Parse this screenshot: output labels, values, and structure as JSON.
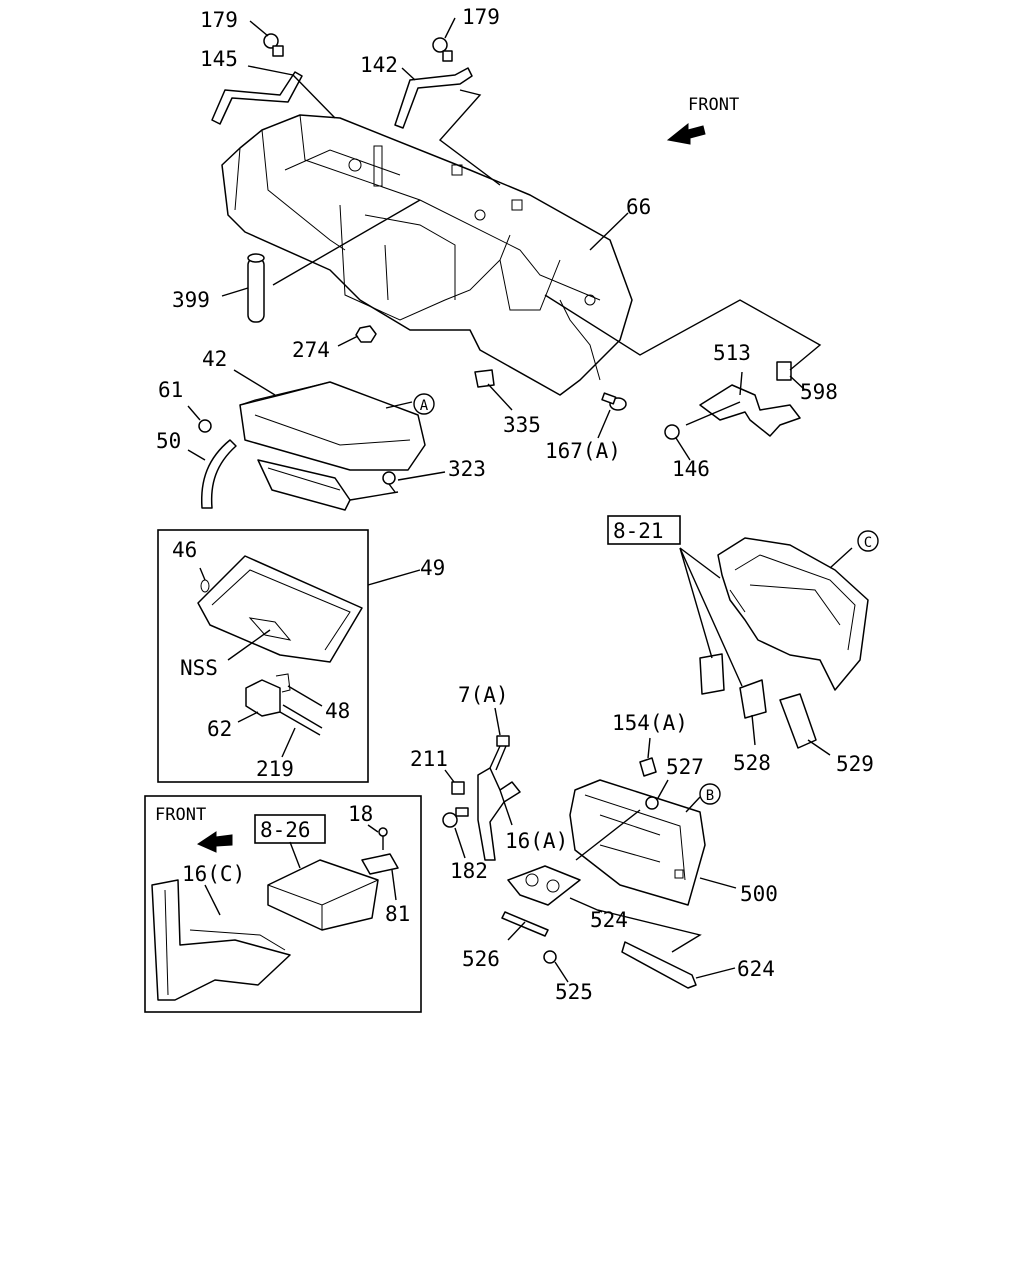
{
  "callouts": {
    "p179a": "179",
    "p179b": "179",
    "p145": "145",
    "p142": "142",
    "p66": "66",
    "p399": "399",
    "p274": "274",
    "p42": "42",
    "p61": "61",
    "p50": "50",
    "p323": "323",
    "p335": "335",
    "p167": "167(A)",
    "p513": "513",
    "p598": "598",
    "p146": "146",
    "p46": "46",
    "p49": "49",
    "nss": "NSS",
    "p48": "48",
    "p62": "62",
    "p219": "219",
    "p7": "7(A)",
    "p211": "211",
    "p16a": "16(A)",
    "p182": "182",
    "p154": "154(A)",
    "p527": "527",
    "p528": "528",
    "p529": "529",
    "p500": "500",
    "p524": "524",
    "p526": "526",
    "p525": "525",
    "p624": "624",
    "p18": "18",
    "p81": "81",
    "p16c": "16(C)"
  },
  "references": {
    "ref_8_21": "8-21",
    "ref_8_26": "8-26"
  },
  "markers": {
    "A": "A",
    "B": "B",
    "C": "C"
  },
  "front_labels": {
    "top": "FRONT",
    "inset": "FRONT"
  },
  "icons": [
    "front-arrow-icon",
    "circled-letter-a-icon",
    "circled-letter-b-icon",
    "circled-letter-c-icon"
  ]
}
